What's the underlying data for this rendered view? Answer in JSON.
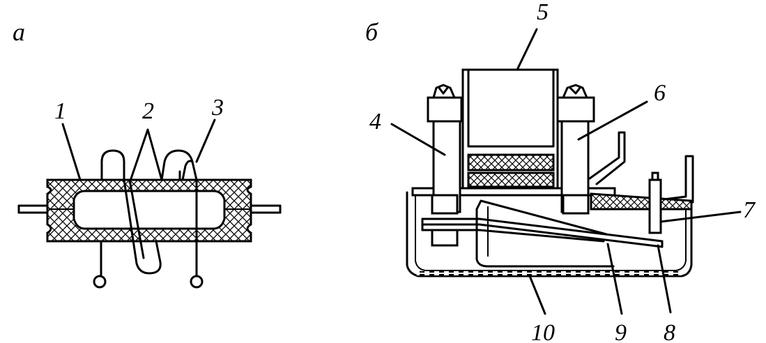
{
  "panels": {
    "a": "а",
    "b": "б"
  },
  "labels": {
    "n1": "1",
    "n2": "2",
    "n3": "3",
    "n4": "4",
    "n5": "5",
    "n6": "6",
    "n7": "7",
    "n8": "8",
    "n9": "9",
    "n10": "10"
  }
}
